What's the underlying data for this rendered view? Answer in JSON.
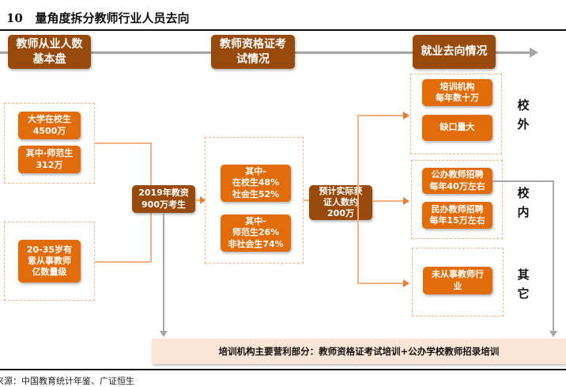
{
  "title": "10   量角度拆分教师行业人员去向",
  "headers": [
    "教师从业人数\n基本盘",
    "教师资格证考\n试情况",
    "就业去向情况"
  ],
  "left": {
    "students": "大学在校生\n4500万",
    "normal": "其中-师范生\n312万",
    "age": "20-35岁有\n意从事教师\n亿数量级"
  },
  "center": {
    "exam": "2019年教资\n900万考生",
    "split1": "其中-\n在校生48%\n社会生52%",
    "split2": "其中-\n师范生26%\n非社会生74%",
    "cert": "预计实际获\n证人数约\n200万"
  },
  "right": {
    "training": "培训机构\n每年数十万",
    "shortage": "缺口量大",
    "public": "公办教师招聘\n每年40万左右",
    "private": "民办教师招聘\n每年15万左右",
    "other": "未从事教师行\n业"
  },
  "side_labels": {
    "outside": "校\n外",
    "inside": "校\n内",
    "other": "其\n它"
  },
  "bottom": "培训机构主要营利部分：教师资格证考试培训+公办学校教师招录培训",
  "source": "来源：中国教育统计年鉴、广证恒生"
}
